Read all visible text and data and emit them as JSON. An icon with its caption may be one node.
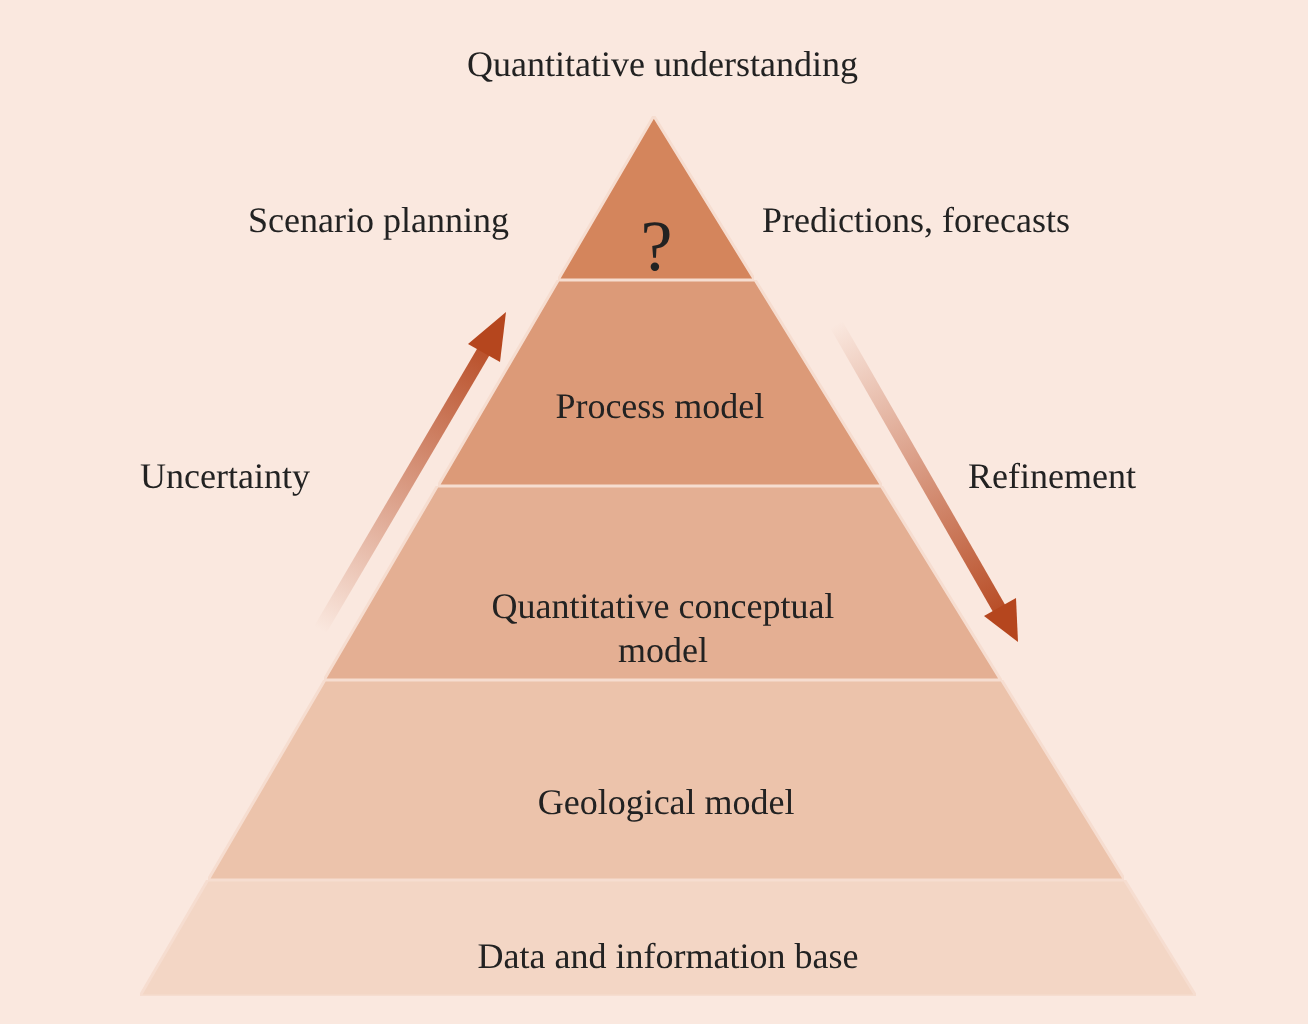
{
  "diagram": {
    "nodes": [
      {
        "text": [
          "?"
        ]
      },
      {
        "text": [
          "Process model"
        ]
      },
      {
        "text": [
          "Quantitative conceptual model"
        ]
      },
      {
        "text": [
          "Geological model"
        ]
      },
      {
        "text": [
          "Data and information base"
        ]
      }
    ],
    "labels": [
      "Quantitative understanding",
      "Scenario planning",
      "Predictions, forecasts",
      "Uncertainty",
      "Refinement"
    ]
  }
}
